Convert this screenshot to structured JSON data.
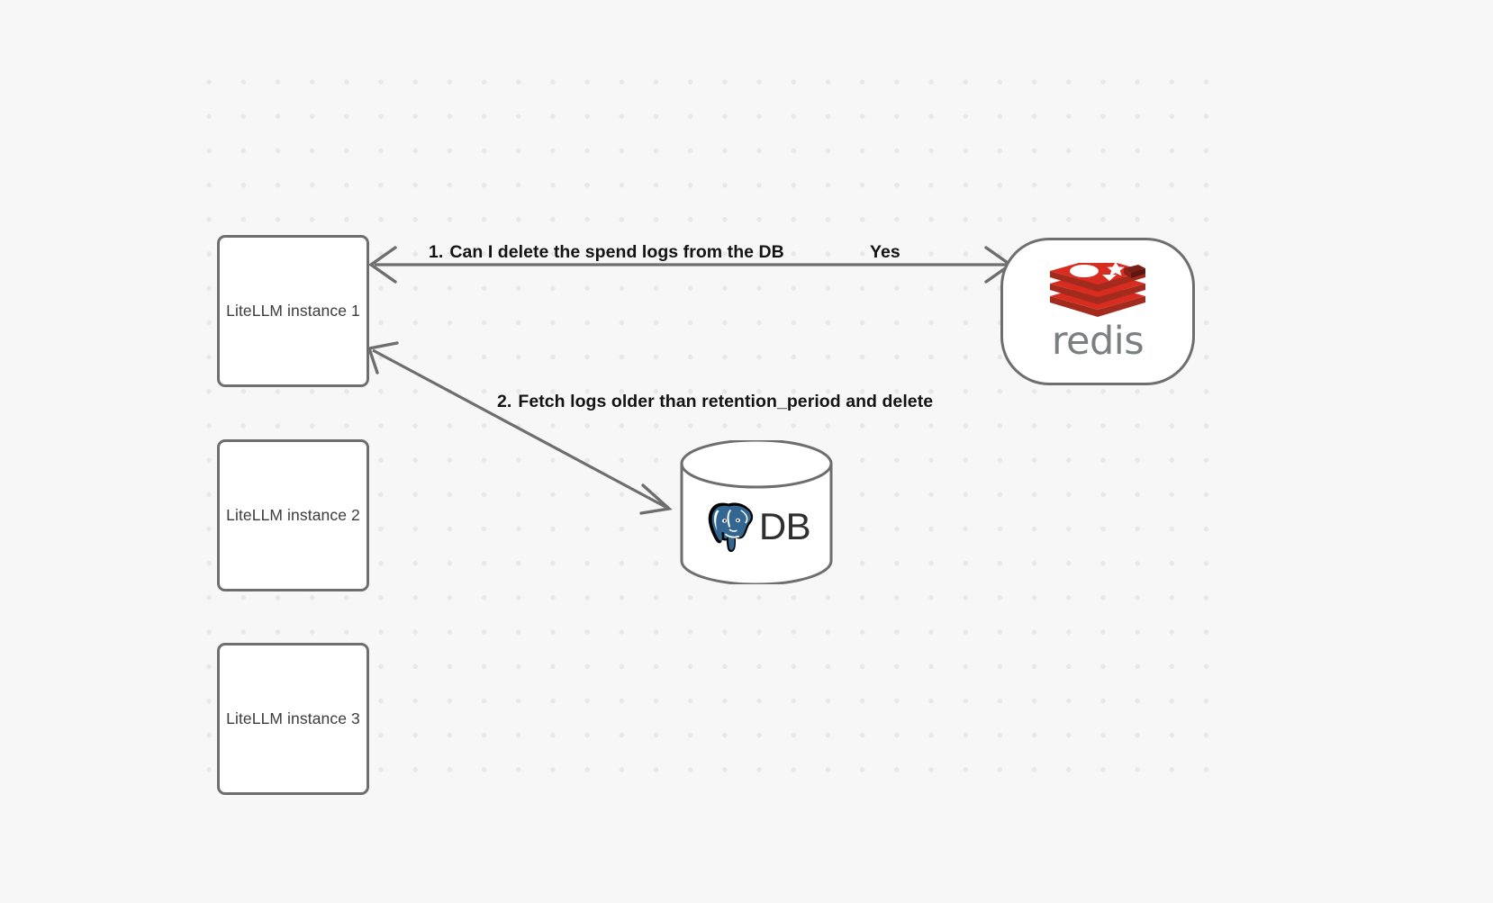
{
  "canvas": {
    "background_color": "#f7f7f7",
    "grid_dot_color": "#e7e8e9"
  },
  "nodes": [
    {
      "id": "litellm-1",
      "label": "LiteLLM instance 1",
      "shape": "rounded-rect"
    },
    {
      "id": "litellm-2",
      "label": "LiteLLM instance 2",
      "shape": "rounded-rect"
    },
    {
      "id": "litellm-3",
      "label": "LiteLLM instance 3",
      "shape": "rounded-rect"
    },
    {
      "id": "redis",
      "label": "redis",
      "shape": "stadium",
      "logo": "redis-logo-icon",
      "brand_color": "#d82c20",
      "wordmark_color": "#7b7f80"
    },
    {
      "id": "database",
      "label": "DB",
      "shape": "cylinder",
      "logo": "postgresql-elephant-icon",
      "brand_color": "#336791"
    }
  ],
  "edges": [
    {
      "id": "edge-1",
      "from": "redis",
      "to": "litellm-1",
      "index": "1.",
      "label": "Can I delete the spend logs from the DB",
      "reply_label": "Yes",
      "direction": "bidirectional",
      "color": "#6e6e6e"
    },
    {
      "id": "edge-2",
      "from": "database",
      "to": "litellm-1",
      "index": "2.",
      "label": "Fetch logs older than retention_period and delete",
      "direction": "bidirectional",
      "color": "#6e6e6e"
    }
  ]
}
